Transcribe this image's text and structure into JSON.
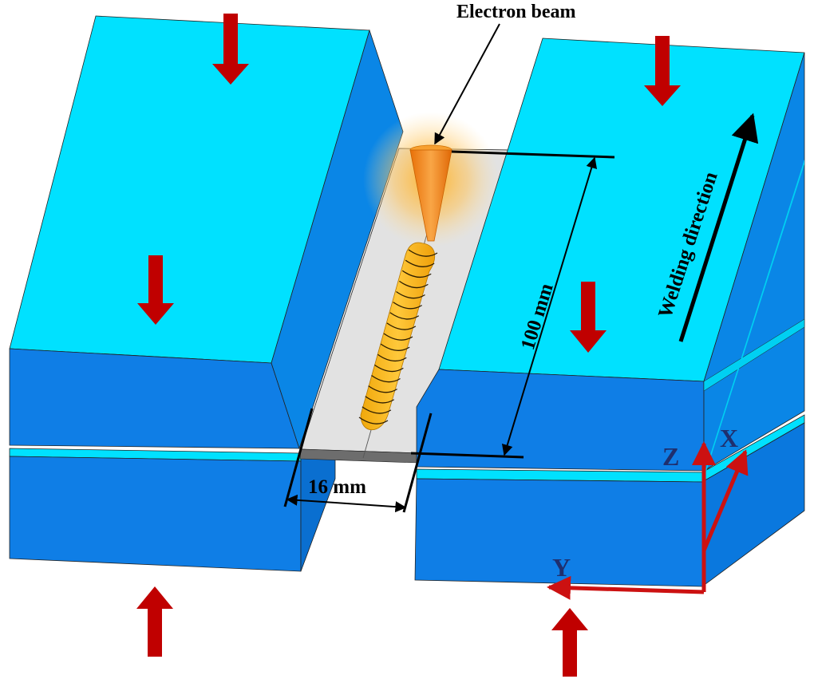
{
  "labels": {
    "beam": "Electron beam",
    "length": "100 mm",
    "width": "16 mm",
    "direction": "Welding direction"
  },
  "axes": {
    "x": "X",
    "y": "Y",
    "z": "Z"
  },
  "colors": {
    "clamp_top": "#00e1ff",
    "clamp_side": "#0a86e6",
    "clamp_front": "#0f7ee6",
    "plate": "#e0e0e0",
    "arrow": "#c00000",
    "weld": "#f5b51c",
    "beam": "#f08a10",
    "axis": "#cc1111",
    "axis_text": "#1f2f6e"
  },
  "icons": {
    "clamp_force": "down-arrow",
    "support_force": "up-arrow"
  }
}
